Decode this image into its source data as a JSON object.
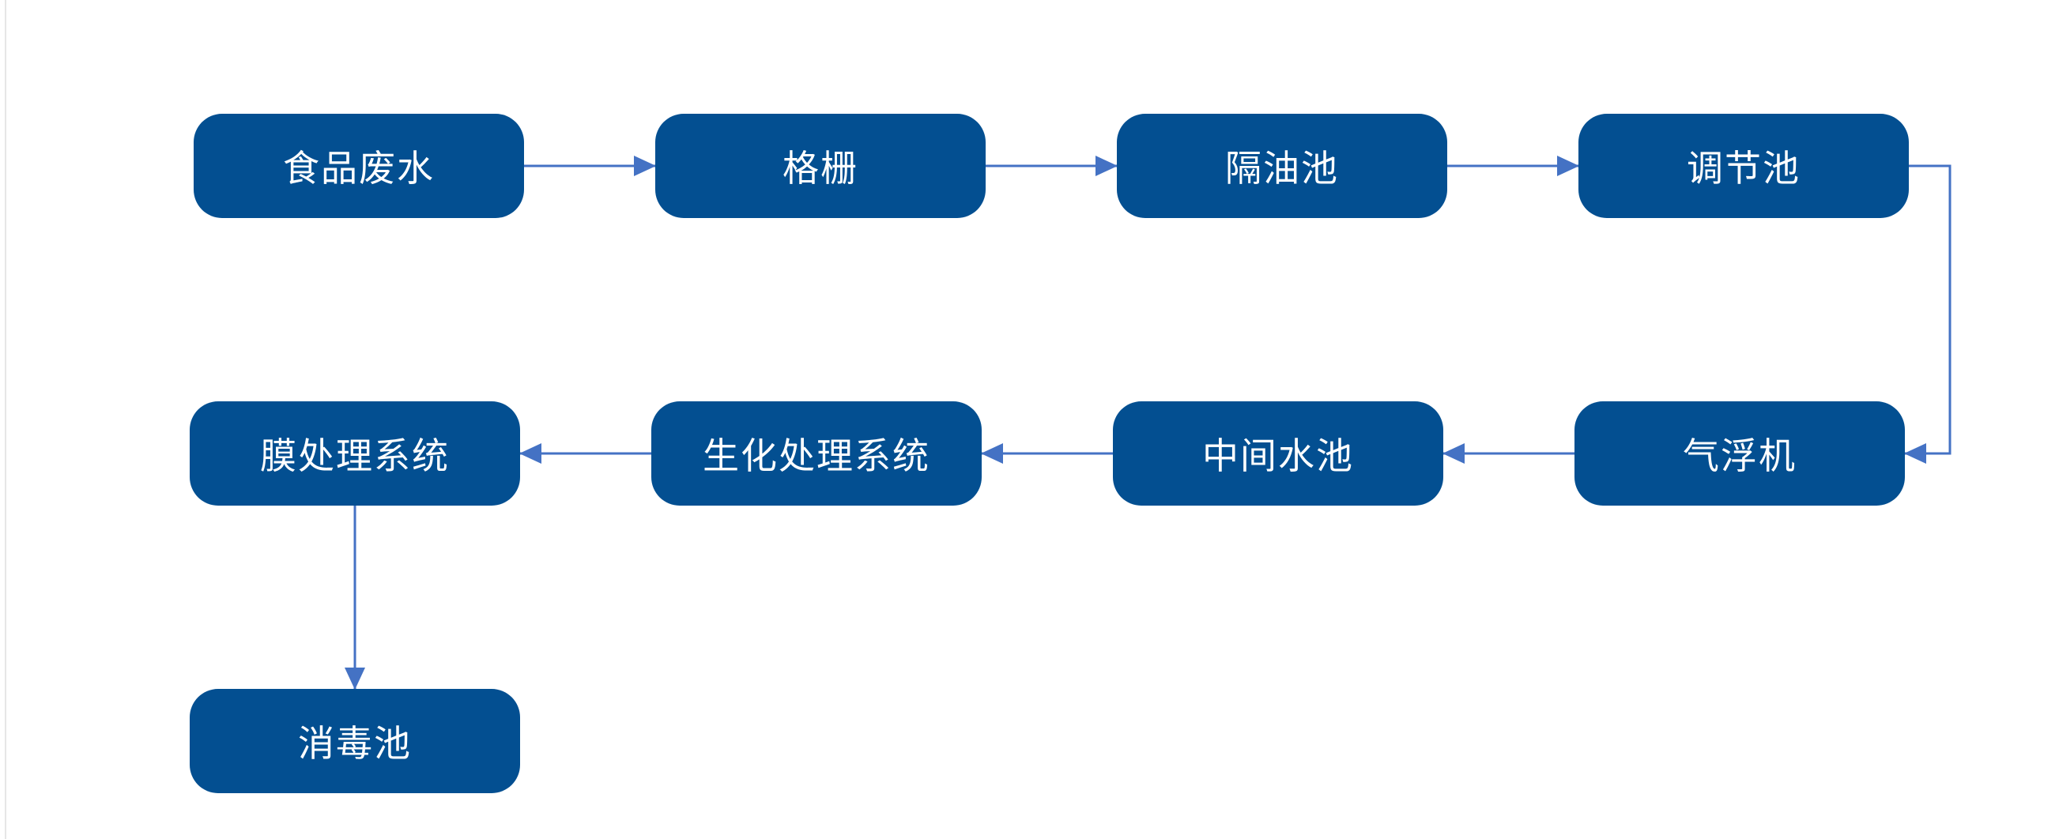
{
  "diagram": {
    "accent_color": "#034f91",
    "connector_color": "#4472c4",
    "nodes": [
      {
        "id": "n1",
        "label": "食品废水"
      },
      {
        "id": "n2",
        "label": "格栅"
      },
      {
        "id": "n3",
        "label": "隔油池"
      },
      {
        "id": "n4",
        "label": "调节池"
      },
      {
        "id": "n5",
        "label": "气浮机"
      },
      {
        "id": "n6",
        "label": "中间水池"
      },
      {
        "id": "n7",
        "label": "生化处理系统"
      },
      {
        "id": "n8",
        "label": "膜处理系统"
      },
      {
        "id": "n9",
        "label": "消毒池"
      }
    ],
    "edges": [
      {
        "from": "n1",
        "to": "n2"
      },
      {
        "from": "n2",
        "to": "n3"
      },
      {
        "from": "n3",
        "to": "n4"
      },
      {
        "from": "n4",
        "to": "n5"
      },
      {
        "from": "n5",
        "to": "n6"
      },
      {
        "from": "n6",
        "to": "n7"
      },
      {
        "from": "n7",
        "to": "n8"
      },
      {
        "from": "n8",
        "to": "n9"
      }
    ]
  }
}
